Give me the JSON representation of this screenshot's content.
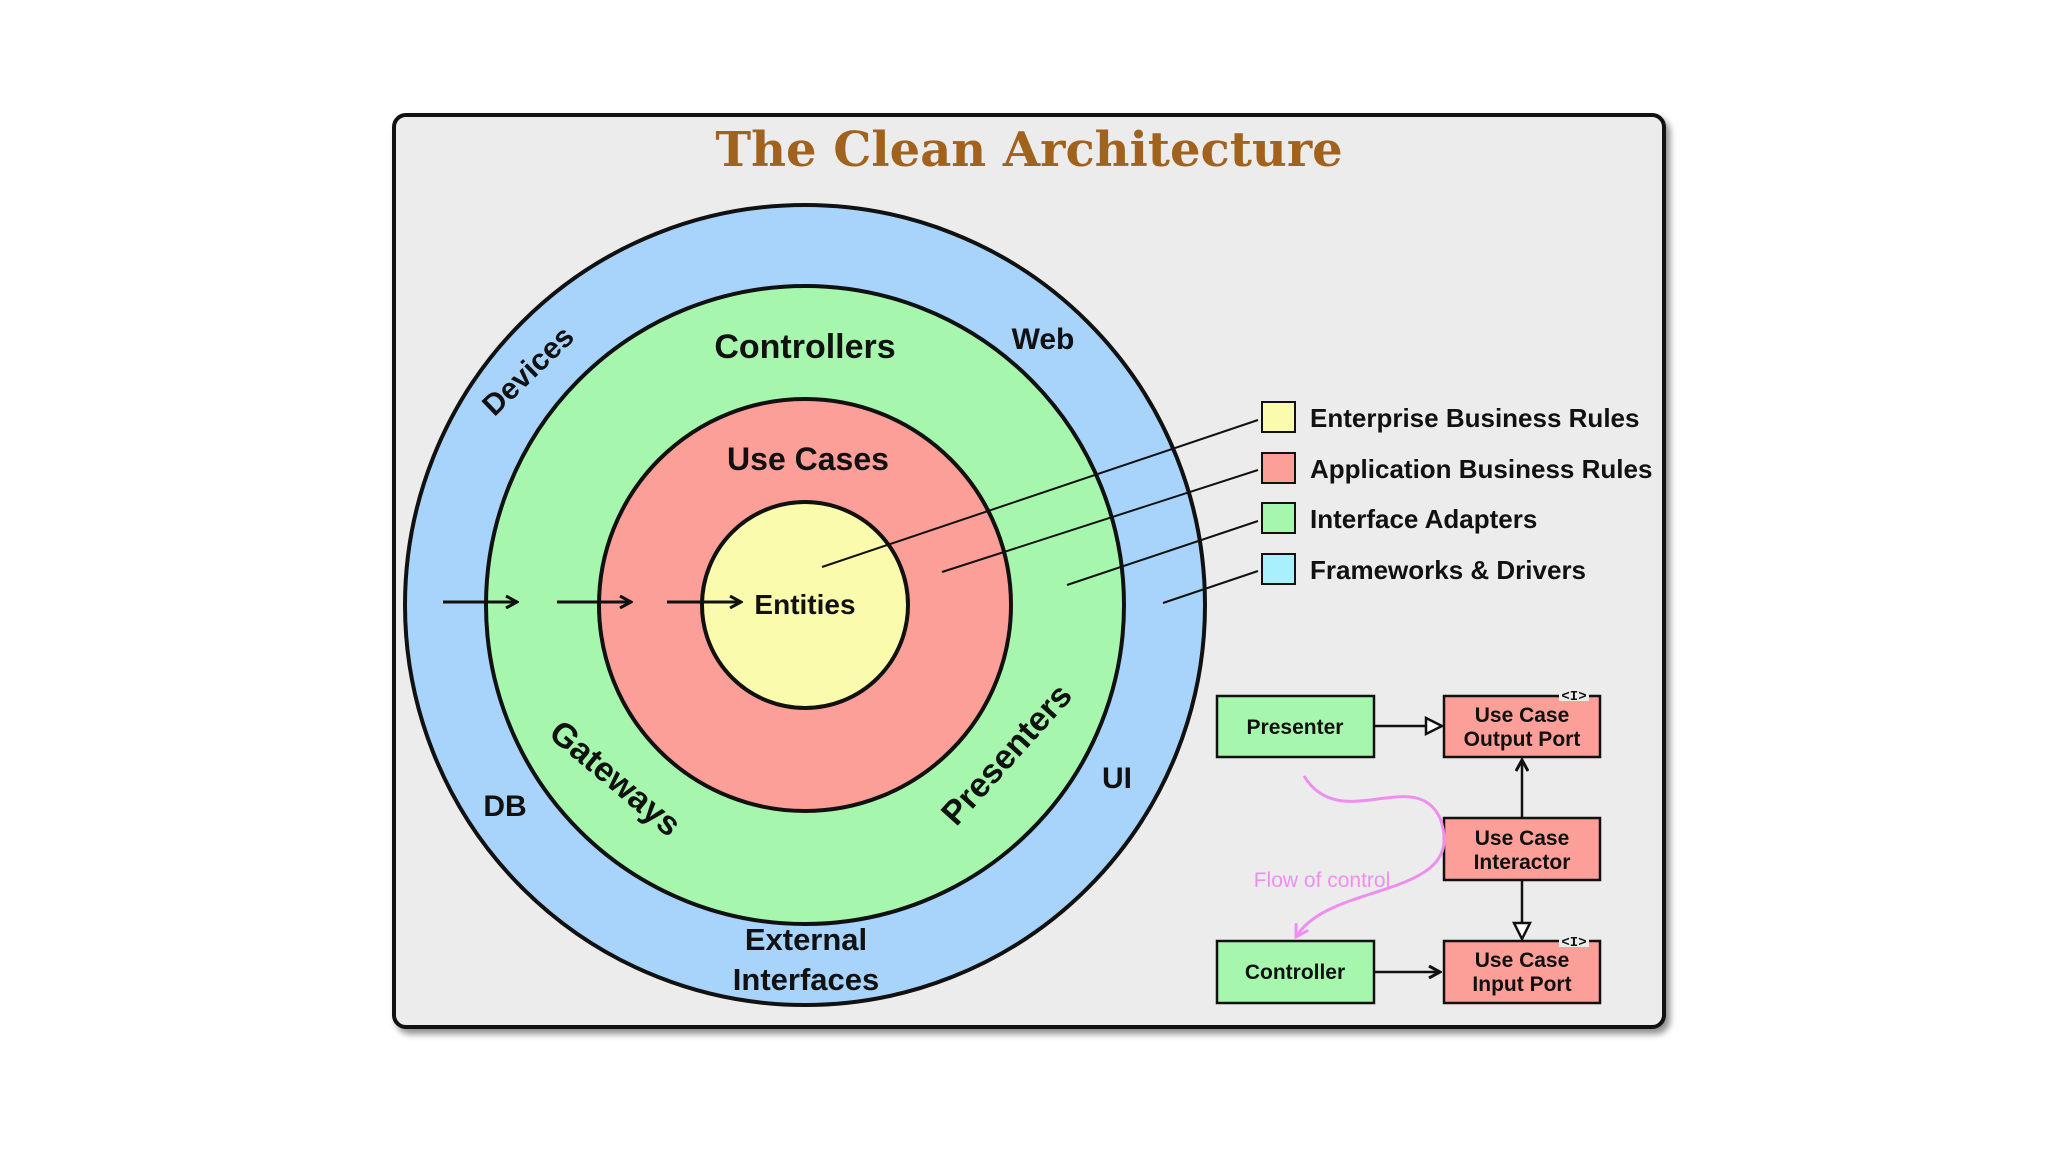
{
  "title": "The Clean Architecture",
  "colors": {
    "title": "#a0621c",
    "frameworks_drivers": "#a8d4fc",
    "interface_adapters": "#a6f7ad",
    "application_business_rules": "#fb9f98",
    "enterprise_business_rules": "#fbfbae",
    "box_green": "#a6f7ad",
    "box_red": "#fb9f98",
    "flow": "#f08ef0"
  },
  "circles": {
    "outer_labels": {
      "devices": "Devices",
      "web": "Web",
      "db": "DB",
      "ui": "UI",
      "external_line1": "External",
      "external_line2": "Interfaces"
    },
    "adapter_labels": {
      "controllers": "Controllers",
      "gateways": "Gateways",
      "presenters": "Presenters"
    },
    "use_cases": "Use Cases",
    "entities": "Entities"
  },
  "legend": [
    {
      "label": "Enterprise Business Rules",
      "color": "#fbfbae"
    },
    {
      "label": "Application Business Rules",
      "color": "#fb9f98"
    },
    {
      "label": "Interface Adapters",
      "color": "#a6f7ad"
    },
    {
      "label": "Frameworks & Drivers",
      "color": "#a8f0fc"
    }
  ],
  "flow_diagram": {
    "presenter": "Presenter",
    "controller": "Controller",
    "output_port": {
      "line1": "Use Case",
      "line2": "Output Port"
    },
    "interactor": {
      "line1": "Use Case",
      "line2": "Interactor"
    },
    "input_port": {
      "line1": "Use Case",
      "line2": "Input Port"
    },
    "interface_marker": "<I>",
    "flow_label": "Flow of control"
  }
}
